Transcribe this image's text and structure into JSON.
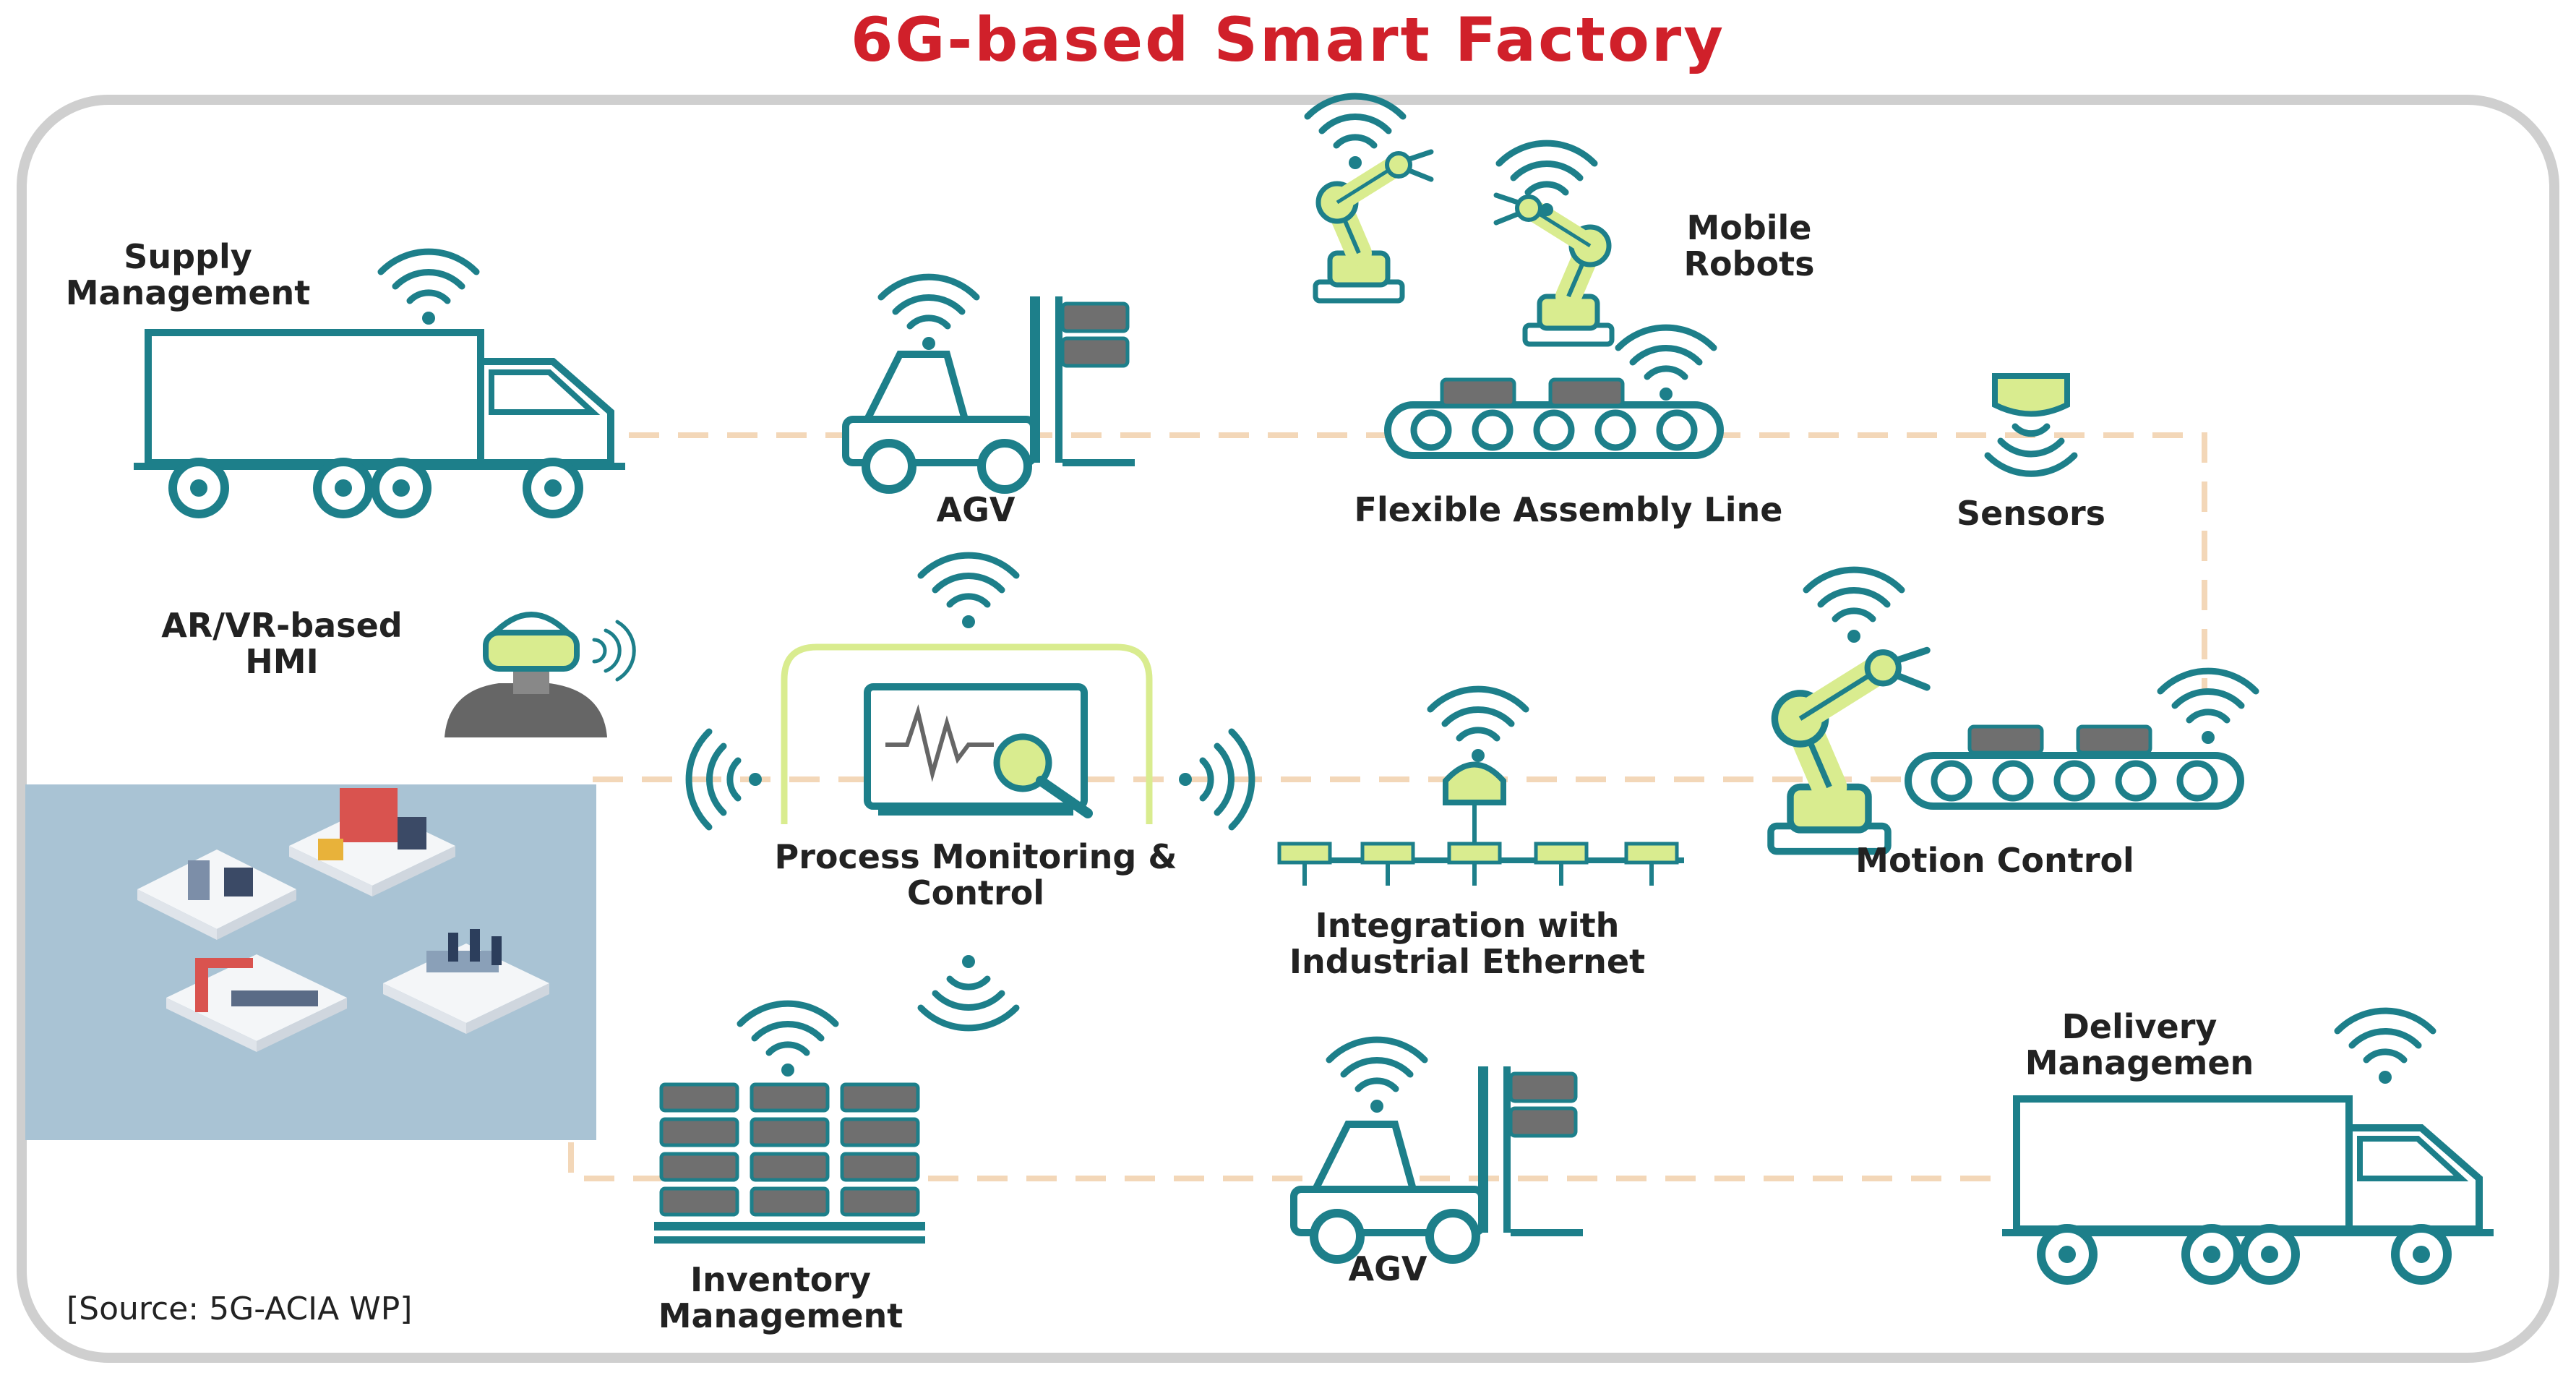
{
  "title": "6G-based Smart Factory",
  "source": "[Source: 5G-ACIA WP]",
  "labels": {
    "supply_management": "Supply\nManagement",
    "agv_top": "AGV",
    "mobile_robots": "Mobile\nRobots",
    "flexible_assembly_line": "Flexible Assembly Line",
    "sensors": "Sensors",
    "ar_vr_hmi": "AR/VR-based\nHMI",
    "process_monitoring": "Process Monitoring &\nControl",
    "integration_ethernet": "Integration with\nIndustrial Ethernet",
    "motion_control": "Motion Control",
    "delivery_management": "Delivery\nManagemen",
    "agv_bottom": "AGV",
    "inventory_management": "Inventory\nManagement"
  },
  "colors": {
    "title": "#d0202a",
    "teal": "#1d7f8a",
    "robot_green": "#d9ec8f",
    "connector": "#f3d7b8",
    "frame": "#cfcfcf",
    "gray_box": "#6f6f6f"
  },
  "icons": [
    "truck-icon",
    "forklift-icon",
    "robot-arm-icon",
    "conveyor-icon",
    "sensor-icon",
    "vr-headset-icon",
    "monitor-icon",
    "ethernet-bus-icon",
    "shelves-icon",
    "wifi-icon",
    "isometric-factory-illustration"
  ]
}
